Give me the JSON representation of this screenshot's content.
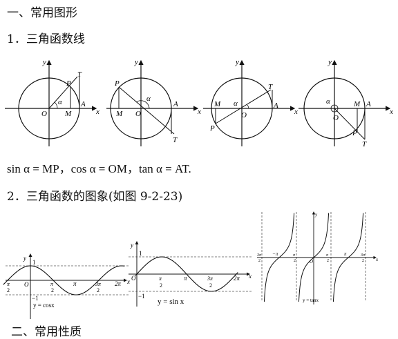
{
  "headings": {
    "h1": "一、常用图形",
    "h2": "1．三角函数线",
    "h3": "2．三角函数的图象(如图 9-2-23)",
    "h4": "二、常用性质"
  },
  "formula": "sin α = MP，cos α = OM，tan α = AT.",
  "circle_labels": {
    "x": "x",
    "y": "y",
    "O": "O",
    "M": "M",
    "P": "P",
    "T": "T",
    "A": "A",
    "alpha": "α"
  },
  "graph_labels": {
    "one": "1",
    "neg_one": "−1",
    "zero": "O",
    "pi": "π",
    "half_pi_num": "π",
    "half_pi_den": "2",
    "three_half_pi_num": "3π",
    "two_pi": "2π",
    "neg_pi": "−π",
    "x": "x",
    "y": "y",
    "cos_caption": "y = cosx",
    "sin_caption": "y = sin x",
    "tan_caption": "y = tanx"
  }
}
